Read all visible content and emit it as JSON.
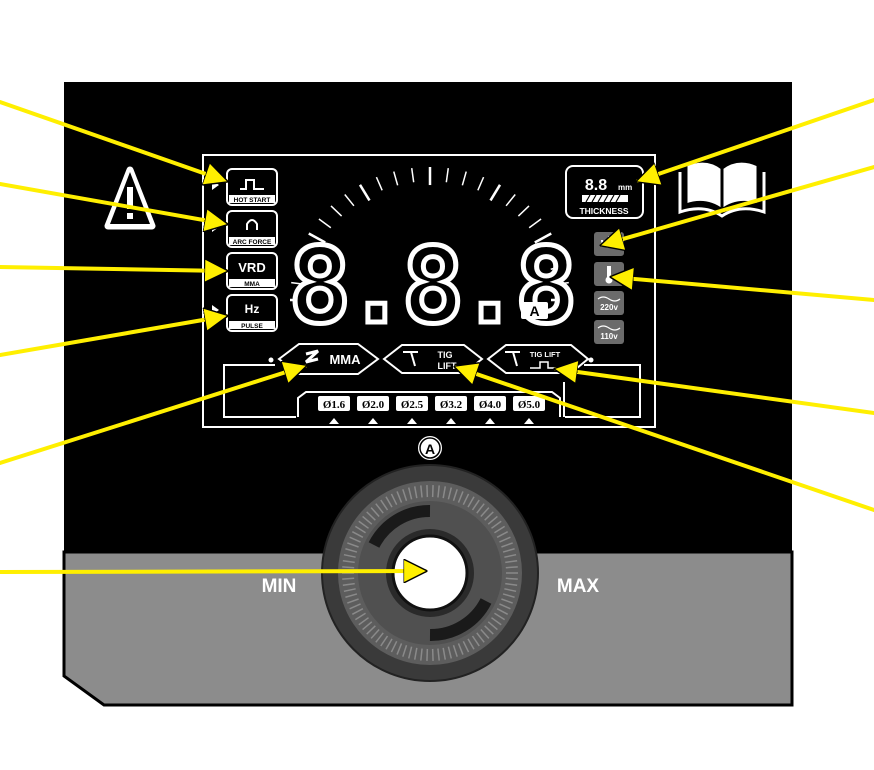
{
  "display": {
    "digits": "8.8.8",
    "unit": "A"
  },
  "left_icons": {
    "hot_start": {
      "label": "HOT START",
      "icon": "hot-start-icon"
    },
    "arc_force": {
      "label": "ARC FORCE",
      "icon": "arc-force-icon"
    },
    "vrd": {
      "top": "VRD",
      "label": "MMA"
    },
    "pulse": {
      "top": "Hz",
      "label": "PULSE"
    }
  },
  "thickness": {
    "value": "8.8",
    "unit": "mm",
    "label": "THICKNESS"
  },
  "right_icons": [
    {
      "name": "power-icon"
    },
    {
      "name": "thermometer-icon"
    },
    {
      "name": "voltage-220-icon",
      "label": "220v"
    },
    {
      "name": "voltage-110-icon",
      "label": "110v"
    }
  ],
  "modes": {
    "mma": {
      "label": "MMA",
      "icon": "electrode-icon"
    },
    "tig_lift": {
      "line1": "TIG",
      "line2": "LIFT",
      "icon": "torch-icon"
    },
    "tig_lift_pulse": {
      "label": "TIG LIFT",
      "icon": "torch-pulse-icon"
    }
  },
  "diameters": [
    "Ø1.6",
    "Ø2.0",
    "Ø2.5",
    "Ø3.2",
    "Ø4.0",
    "Ø5.0"
  ],
  "knob": {
    "badge": "A",
    "min_label": "MIN",
    "max_label": "MAX"
  },
  "colors": {
    "panel": "#000000",
    "lower_panel": "#8c8c8c",
    "arrow": "#ffef00",
    "lcd_text": "#ffffff"
  }
}
